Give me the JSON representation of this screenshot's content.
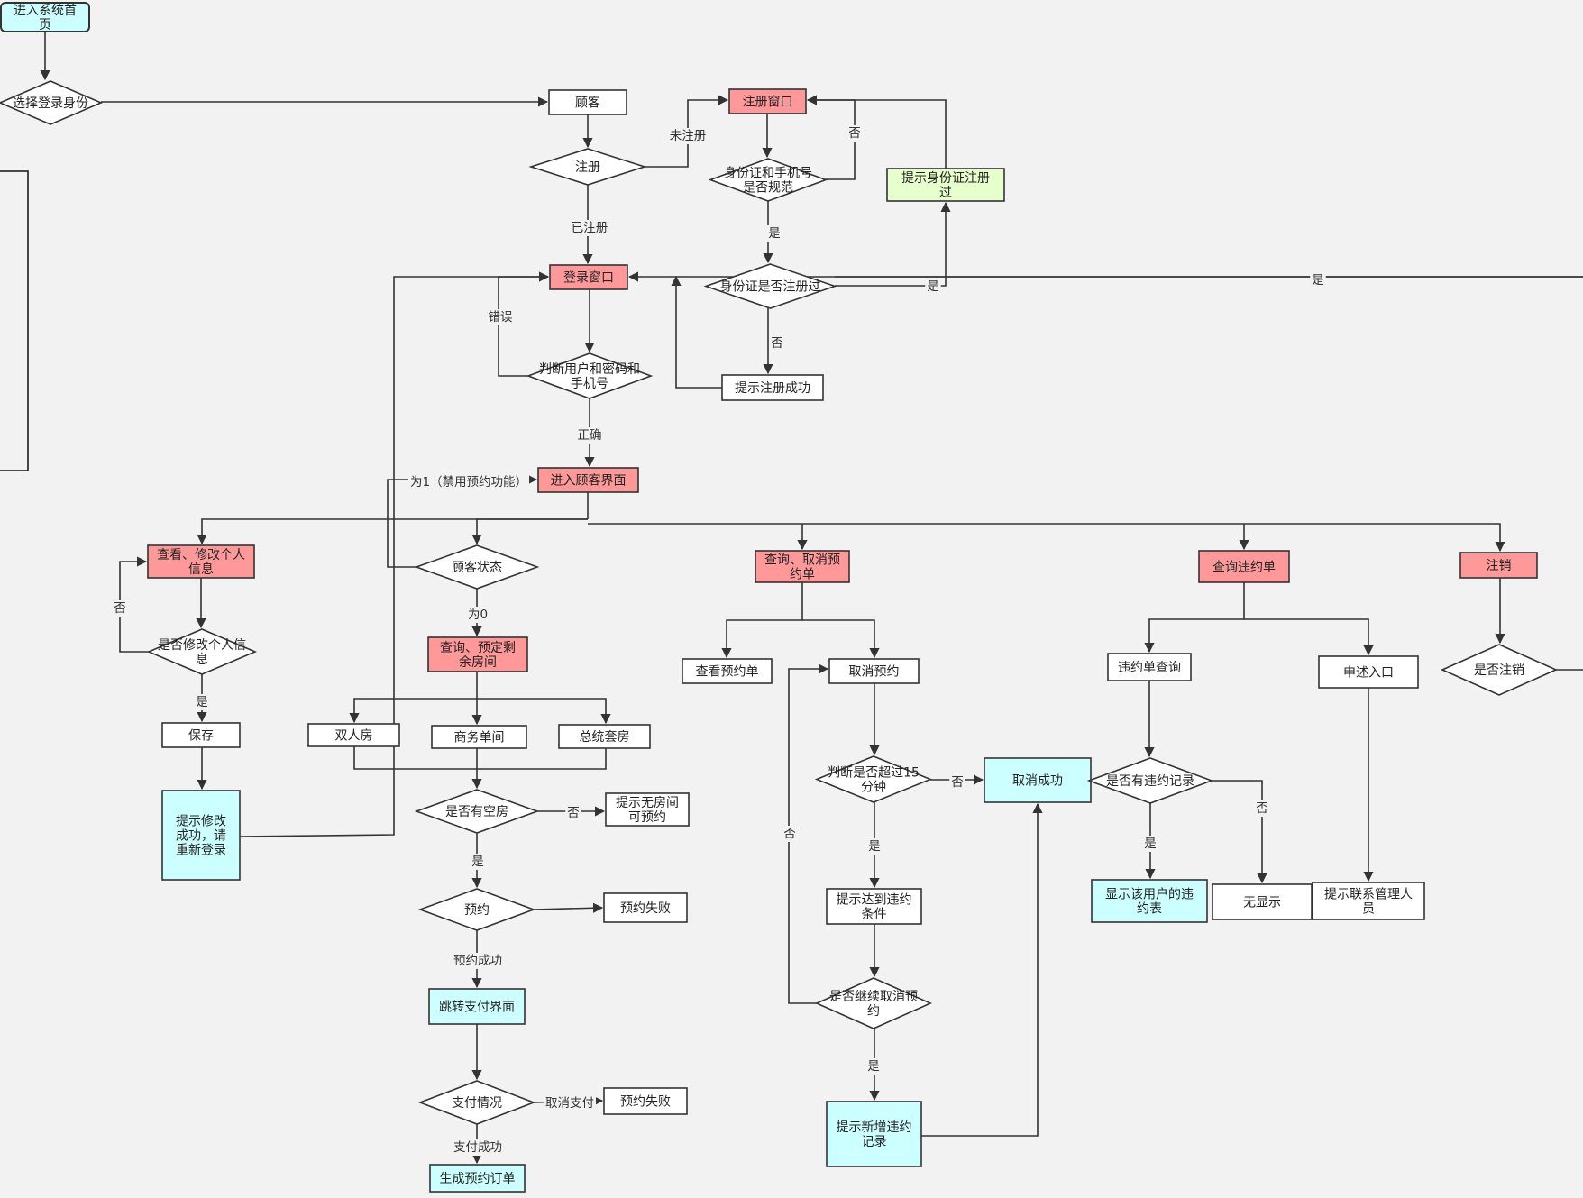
{
  "nodes": {
    "start": [
      "进入系统首",
      "页"
    ],
    "choose_role": [
      "选择登录身份"
    ],
    "customer": [
      "顾客"
    ],
    "register_q": [
      "注册"
    ],
    "register_win": [
      "注册窗口"
    ],
    "id_phone_q": [
      "身份证和手机号",
      "是否规范"
    ],
    "id_registered_q": [
      "身份证是否注册过"
    ],
    "tip_id_registered": [
      "提示身份证注册",
      "过"
    ],
    "login_win": [
      "登录窗口"
    ],
    "tip_reg_success": [
      "提示注册成功"
    ],
    "judge_pwd_q": [
      "判断用户和密码和",
      "手机号"
    ],
    "customer_ui": [
      "进入顾客界面"
    ],
    "view_edit_info": [
      "查看、修改个人",
      "信息"
    ],
    "edit_info_q": [
      "是否修改个人信",
      "息"
    ],
    "save": [
      "保存"
    ],
    "tip_relogin": [
      "提示修改",
      "成功，请",
      "重新登录"
    ],
    "customer_status_q": [
      "顾客状态"
    ],
    "query_book_room": [
      "查询、预定剩",
      "余房间"
    ],
    "double_room": [
      "双人房"
    ],
    "business_room": [
      "商务单间"
    ],
    "suite_room": [
      "总统套房"
    ],
    "has_vacancy_q": [
      "是否有空房"
    ],
    "tip_no_room": [
      "提示无房间",
      "可预约"
    ],
    "book_q": [
      "预约"
    ],
    "book_fail_1": [
      "预约失败"
    ],
    "goto_pay": [
      "跳转支付界面"
    ],
    "pay_q": [
      "支付情况"
    ],
    "book_fail_2": [
      "预约失败"
    ],
    "gen_order": [
      "生成预约订单"
    ],
    "query_cancel_order": [
      "查询、取消预",
      "约单"
    ],
    "view_order": [
      "查看预约单"
    ],
    "cancel_book": [
      "取消预约"
    ],
    "over15_q": [
      "判断是否超过15",
      "分钟"
    ],
    "cancel_success": [
      "取消成功"
    ],
    "tip_violation_cond": [
      "提示达到违约",
      "条件"
    ],
    "continue_cancel_q": [
      "是否继续取消预",
      "约"
    ],
    "tip_new_violation": [
      "提示新增违约",
      "记录"
    ],
    "query_violation": [
      "查询违约单"
    ],
    "violation_query": [
      "违约单查询"
    ],
    "appeal_entry": [
      "申述入口"
    ],
    "has_violation_q": [
      "是否有违约记录"
    ],
    "show_violation": [
      "显示该用户的违",
      "约表"
    ],
    "no_display": [
      "无显示"
    ],
    "tip_contact_admin": [
      "提示联系管理人",
      "员"
    ],
    "logout": [
      "注销"
    ],
    "logout_q": [
      "是否注销"
    ]
  },
  "edge_labels": {
    "not_registered": "未注册",
    "registered": "已注册",
    "no_1": "否",
    "yes_1": "是",
    "yes_2": "是",
    "yes_3": "是",
    "no_2": "否",
    "wrong": "错误",
    "correct": "正确",
    "status_1": "为1（禁用预约功能）",
    "status_0": "为0",
    "no_3": "否",
    "yes_4": "是",
    "no_4": "否",
    "yes_5": "是",
    "book_success": "预约成功",
    "cancel_pay": "取消支付",
    "pay_success": "支付成功",
    "no_5": "否",
    "yes_6": "是",
    "no_6": "否",
    "yes_7": "是",
    "yes_8": "是",
    "no_7": "否"
  },
  "colors": {
    "red_fill": "#ff9999",
    "cyan_fill": "#ccffff",
    "green_fill": "#e6ffcc",
    "white_fill": "#ffffff",
    "stroke": "#333333",
    "background": "#f2f2f2"
  }
}
